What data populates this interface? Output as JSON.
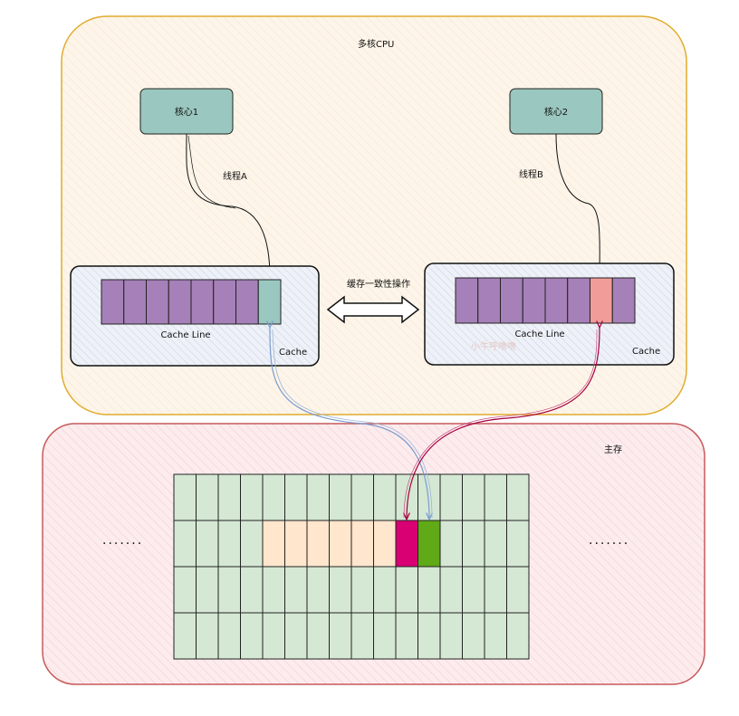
{
  "cpu": {
    "title": "多核CPU",
    "core1_label": "核心1",
    "core2_label": "核心2",
    "thread_a": "线程A",
    "thread_b": "线程B",
    "coherence_label": "缓存一致性操作",
    "cache_label": "Cache",
    "cache_line_label": "Cache Line",
    "watermark": "小牛呼噜噜"
  },
  "memory": {
    "title": "主存",
    "ellipsis": "·······"
  },
  "colors": {
    "cpu_fill": "#fdf3e6",
    "cpu_border": "#e0ac2c",
    "mem_fill": "#fbe8ea",
    "mem_border": "#c65a5a",
    "core_fill": "#9ac7bf",
    "cache_cell": "#a680b8",
    "cache_highlight_a": "#9ac7bf",
    "cache_highlight_b": "#f19c99",
    "mem_cell": "#d5e8d4",
    "mem_peach": "#ffe6cc",
    "mem_magenta": "#d80073",
    "mem_green": "#60a917",
    "arrow_blue": "#7a9ccf",
    "arrow_red": "#a50040"
  }
}
